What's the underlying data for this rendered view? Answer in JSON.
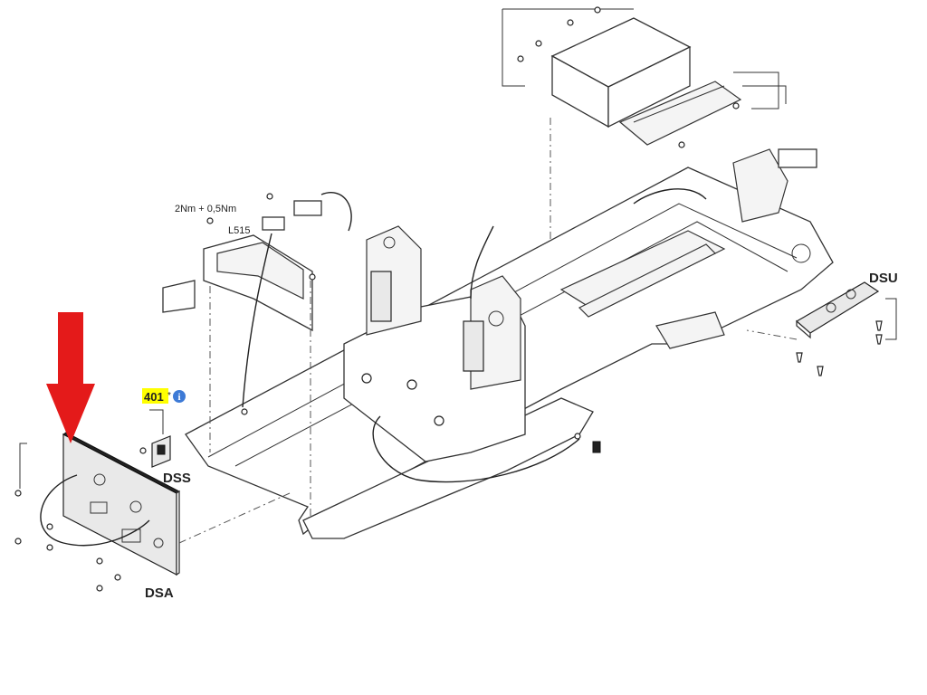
{
  "labels": {
    "torque": "2Nm + 0,5Nm",
    "cable": "L515",
    "part_number": "401",
    "part_number_mark": "*",
    "info_icon_glyph": "i",
    "dss": "DSS",
    "dsa": "DSA",
    "dsu": "DSU"
  },
  "colors": {
    "highlight": "#ffff00",
    "info_icon": "#3d7ad6",
    "arrow": "#e41a1a"
  },
  "icons": {
    "info": "info-icon",
    "arrow": "down-arrow-icon"
  }
}
